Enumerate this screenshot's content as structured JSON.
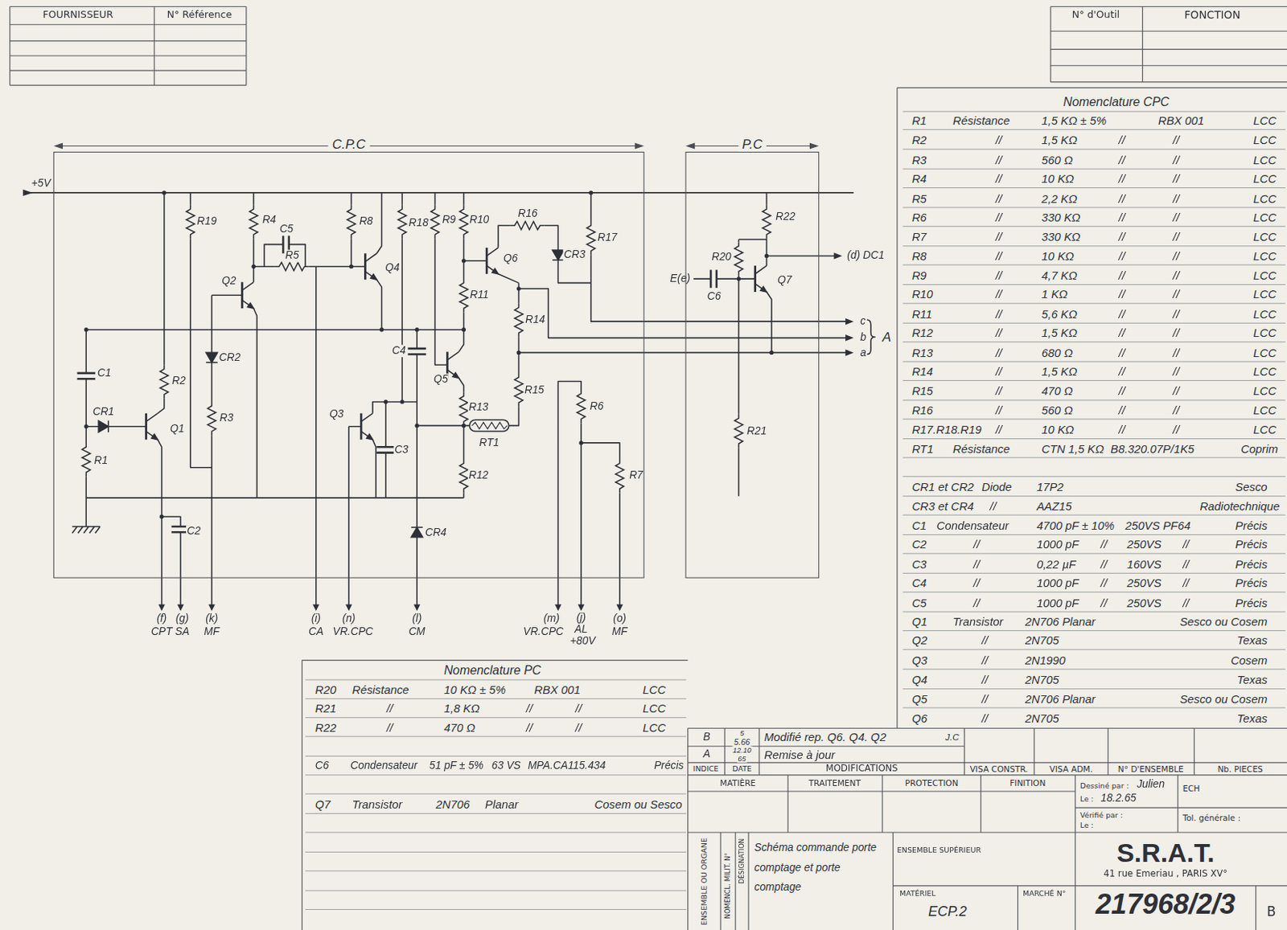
{
  "diagram": {
    "nodes": [
      {
        "text": [
          "C.P.C"
        ]
      },
      {
        "text": [
          "P.C"
        ]
      }
    ],
    "labels": [
      "FOURNISSEUR",
      "N° Référence",
      "N° d'Outil",
      "FONCTION",
      "+5V",
      "R19",
      "R4",
      "C5",
      "R5",
      "R8",
      "Q4",
      "R18",
      "R9",
      "R10",
      "R16",
      "R17",
      "R22",
      "CR3",
      "Q6",
      "Q2",
      "R11",
      "R14",
      "R20",
      "E(e)",
      "C6",
      "Q7",
      "(d) DC1",
      "c",
      "b",
      "a",
      "A",
      "C1",
      "R2",
      "CR2",
      "C4",
      "Q5",
      "R13",
      "R15",
      "CR1",
      "Q1",
      "R3",
      "Q3",
      "C3",
      "RT1",
      "R6",
      "R21",
      "R1",
      "R12",
      "C2",
      "CR4",
      "R7",
      "(f)",
      "CPT",
      "(g)",
      "SA",
      "(k)",
      "MF",
      "(i)",
      "CA",
      "(n)",
      "VR.CPC",
      "(l)",
      "CM",
      "(m)",
      "VR.CPC",
      "(j)",
      "AL",
      "+80V",
      "(o)",
      "MF",
      "Nomenclature PC",
      "R20",
      "Résistance",
      "10 KΩ ± 5%",
      "RBX 001",
      "LCC",
      "R21",
      "//",
      "1,8 KΩ",
      "//",
      "//",
      "LCC",
      "R22",
      "//",
      "470 Ω",
      "//",
      "//",
      "LCC",
      "C6",
      "Condensateur",
      "51 pF ± 5%",
      "63 VS",
      "MPA.CA115.434",
      "Précis",
      "Q7",
      "Transistor",
      "2N706",
      "Planar",
      "Cosem ou Sesco",
      "Nomenclature CPC",
      "R1",
      "Résistance",
      "1,5 KΩ ± 5%",
      "RBX 001",
      "LCC",
      "R2",
      "//",
      "1,5 KΩ",
      "//",
      "//",
      "LCC",
      "R3",
      "//",
      "560 Ω",
      "//",
      "//",
      "LCC",
      "R4",
      "//",
      "10 KΩ",
      "//",
      "//",
      "LCC",
      "R5",
      "//",
      "2,2 KΩ",
      "//",
      "//",
      "LCC",
      "R6",
      "//",
      "330 KΩ",
      "//",
      "//",
      "LCC",
      "R7",
      "//",
      "330 KΩ",
      "//",
      "//",
      "LCC",
      "R8",
      "//",
      "10 KΩ",
      "//",
      "//",
      "LCC",
      "R9",
      "//",
      "4,7 KΩ",
      "//",
      "//",
      "LCC",
      "R10",
      "//",
      "1 KΩ",
      "//",
      "//",
      "LCC",
      "R11",
      "//",
      "5,6 KΩ",
      "//",
      "//",
      "LCC",
      "R12",
      "//",
      "1,5 KΩ",
      "//",
      "//",
      "LCC",
      "R13",
      "//",
      "680 Ω",
      "//",
      "//",
      "LCC",
      "R14",
      "//",
      "1,5 KΩ",
      "//",
      "//",
      "LCC",
      "R15",
      "//",
      "470 Ω",
      "//",
      "//",
      "LCC",
      "R16",
      "//",
      "560 Ω",
      "//",
      "//",
      "LCC",
      "R17.R18.R19",
      "//",
      "10 KΩ",
      "//",
      "//",
      "LCC",
      "RT1",
      "Résistance",
      "CTN 1,5 KΩ",
      "B8.320.07P/1K5",
      "Coprim",
      "CR1 et CR2",
      "Diode",
      "17P2",
      "Sesco",
      "CR3 et CR4",
      "//",
      "AAZ15",
      "Radiotechnique",
      "C1",
      "Condensateur",
      "4700 pF ± 10%",
      "250VS PF64",
      "Précis",
      "C2",
      "//",
      "1000 pF",
      "//",
      "250VS",
      "//",
      "Précis",
      "C3",
      "//",
      "0,22 µF",
      "//",
      "160VS",
      "//",
      "Précis",
      "C4",
      "//",
      "1000 pF",
      "//",
      "250VS",
      "//",
      "Précis",
      "C5",
      "//",
      "1000 pF",
      "//",
      "250VS",
      "//",
      "Précis",
      "Q1",
      "Transistor",
      "2N706 Planar",
      "Sesco ou Cosem",
      "Q2",
      "//",
      "2N705",
      "Texas",
      "Q3",
      "//",
      "2N1990",
      "Cosem",
      "Q4",
      "//",
      "2N705",
      "Texas",
      "Q5",
      "//",
      "2N706 Planar",
      "Sesco ou Cosem",
      "Q6",
      "//",
      "2N705",
      "Texas",
      "B",
      "5",
      "5.66",
      "Modifié rep. Q6. Q4. Q2",
      "J.C",
      "A",
      "12.10",
      "65",
      "Remise à jour",
      "INDICE",
      "DATE",
      "MODIFICATIONS",
      "VISA CONSTR.",
      "VISA ADM.",
      "N° D'ENSEMBLE",
      "Nb. PIECES",
      "MATIÈRE",
      "TRAITEMENT",
      "PROTECTION",
      "FINITION",
      "Dessiné par :",
      "Julien",
      "Le :",
      "18.2.65",
      "ECH",
      "Vérifié par :",
      "Le :",
      "Tol. générale :",
      "ENSEMBLE OU ORGANE",
      "NOMENCL. MILIT. N°",
      "DÉSIGNATION",
      "Schéma commande porte comptage et porte comptage",
      "ENSEMBLE SUPÉRIEUR",
      "MATÉRIEL",
      "ECP.2",
      "MARCHÉ N°",
      "S.R.A.T.",
      "41 rue Emeriau , PARIS XV°",
      "217968/2/3",
      "B"
    ]
  }
}
